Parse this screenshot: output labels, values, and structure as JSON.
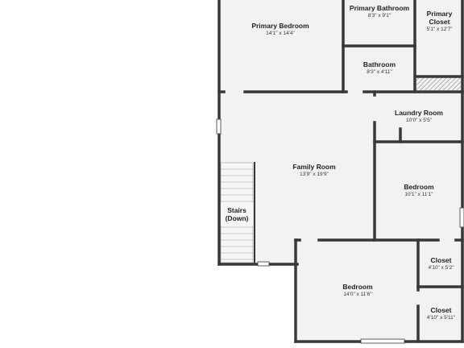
{
  "colors": {
    "floor": "#f2f2f2",
    "wall": "#383838",
    "background": "#ffffff",
    "text": "#222222"
  },
  "rooms": {
    "primary_bedroom": {
      "name": "Primary Bedroom",
      "dims": "14'1\" x 14'4\""
    },
    "primary_bathroom": {
      "name": "Primary Bathroom",
      "dims": "8'3\" x 9'1\""
    },
    "primary_closet": {
      "name_line1": "Primary",
      "name_line2": "Closet",
      "dims": "5'1\" x 12'7\""
    },
    "bathroom": {
      "name": "Bathroom",
      "dims": "8'3\" x 4'11\""
    },
    "laundry_room": {
      "name": "Laundry Room",
      "dims": "10'0\" x 5'5\""
    },
    "family_room": {
      "name": "Family Room",
      "dims": "13'9\" x 19'9\""
    },
    "bedroom_east": {
      "name": "Bedroom",
      "dims": "10'1\" x 11'1\""
    },
    "stairs": {
      "name_line1": "Stairs",
      "name_line2": "(Down)"
    },
    "bedroom_south": {
      "name": "Bedroom",
      "dims": "14'0\" x 11'6\""
    },
    "closet_upper": {
      "name": "Closet",
      "dims": "4'10\" x 5'2\""
    },
    "closet_lower": {
      "name": "Closet",
      "dims": "4'10\" x 5'11\""
    }
  }
}
